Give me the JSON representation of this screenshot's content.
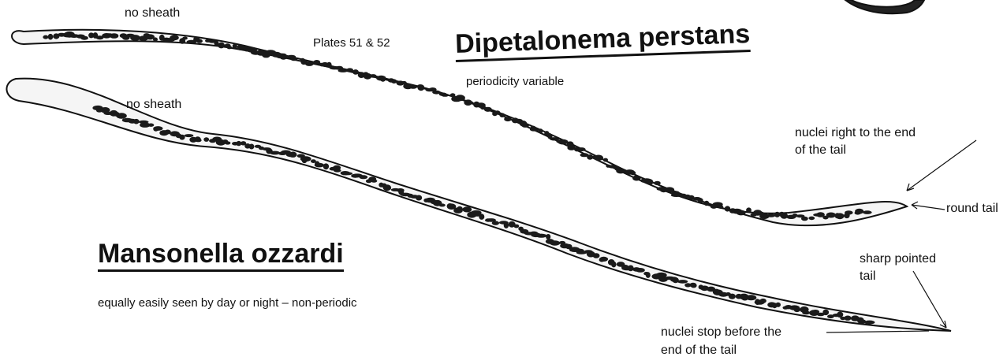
{
  "species": [
    {
      "name": "Dipetalonema perstans",
      "periodicity": "periodicity variable",
      "sheath_label": "no sheath",
      "plates_label": "Plates 51 & 52",
      "tail_notes": [
        "nuclei right to the end",
        "of the tail",
        "round tail"
      ]
    },
    {
      "name": "Mansonella ozzardi",
      "periodicity": "equally easily seen by day or night – non-periodic",
      "sheath_label": "no sheath",
      "tail_notes": [
        "sharp pointed",
        "tail",
        "nuclei stop before the",
        "end of the tail"
      ]
    }
  ],
  "colors": {
    "ink": "#111111",
    "nuclei": "#1a1a1a",
    "background": "#ffffff"
  }
}
